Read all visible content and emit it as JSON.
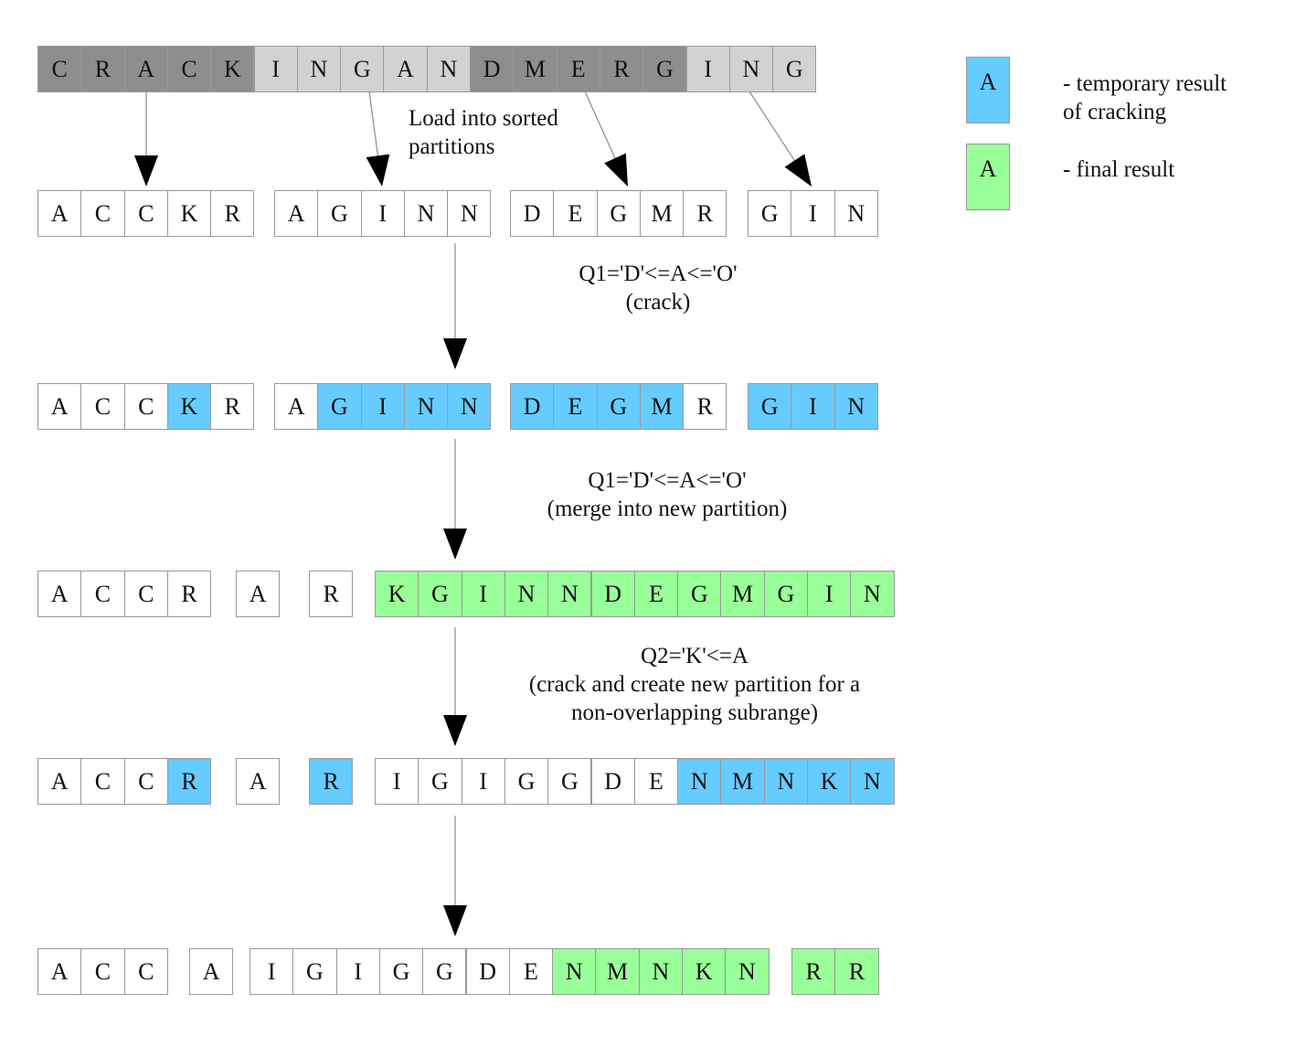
{
  "colors": {
    "dark_gray": "#8e8e8e",
    "light_gray": "#d2d2d2",
    "white": "#ffffff",
    "temporary_blue": "#66ccff",
    "final_green": "#99ff99"
  },
  "legend": {
    "temporary": {
      "box_label": "A",
      "text_line1": "- temporary result",
      "text_line2": "of cracking"
    },
    "final": {
      "box_label": "A",
      "text": "- final result"
    }
  },
  "labels": {
    "load": {
      "line1": "Load into sorted",
      "line2": "partitions"
    },
    "q1_crack": {
      "line1": "Q1='D'<=A<='O'",
      "line2": "(crack)"
    },
    "q1_merge": {
      "line1": "Q1='D'<=A<='O'",
      "line2": "(merge into new partition)"
    },
    "q2_crack": {
      "line1": "Q2='K'<=A",
      "line2": "(crack and create new partition for a",
      "line3": "non-overlapping subrange)"
    }
  },
  "rows": [
    {
      "name": "input-column",
      "groups": [
        {
          "cells": [
            {
              "t": "C",
              "c": "dark"
            },
            {
              "t": "R",
              "c": "dark"
            },
            {
              "t": "A",
              "c": "dark"
            },
            {
              "t": "C",
              "c": "dark"
            },
            {
              "t": "K",
              "c": "dark"
            },
            {
              "t": "I",
              "c": "light"
            },
            {
              "t": "N",
              "c": "light"
            },
            {
              "t": "G",
              "c": "light"
            },
            {
              "t": "A",
              "c": "light"
            },
            {
              "t": "N",
              "c": "light"
            },
            {
              "t": "D",
              "c": "dark"
            },
            {
              "t": "M",
              "c": "dark"
            },
            {
              "t": "E",
              "c": "dark"
            },
            {
              "t": "R",
              "c": "dark"
            },
            {
              "t": "G",
              "c": "dark"
            },
            {
              "t": "I",
              "c": "light"
            },
            {
              "t": "N",
              "c": "light"
            },
            {
              "t": "G",
              "c": "light"
            }
          ]
        }
      ]
    },
    {
      "name": "sorted-partitions",
      "groups": [
        {
          "cells": [
            {
              "t": "A",
              "c": "white"
            },
            {
              "t": "C",
              "c": "white"
            },
            {
              "t": "C",
              "c": "white"
            },
            {
              "t": "K",
              "c": "white"
            },
            {
              "t": "R",
              "c": "white"
            }
          ]
        },
        {
          "cells": [
            {
              "t": "A",
              "c": "white"
            },
            {
              "t": "G",
              "c": "white"
            },
            {
              "t": "I",
              "c": "white"
            },
            {
              "t": "N",
              "c": "white"
            },
            {
              "t": "N",
              "c": "white"
            }
          ]
        },
        {
          "cells": [
            {
              "t": "D",
              "c": "white"
            },
            {
              "t": "E",
              "c": "white"
            },
            {
              "t": "G",
              "c": "white"
            },
            {
              "t": "M",
              "c": "white"
            },
            {
              "t": "R",
              "c": "white"
            }
          ]
        },
        {
          "cells": [
            {
              "t": "G",
              "c": "white"
            },
            {
              "t": "I",
              "c": "white"
            },
            {
              "t": "N",
              "c": "white"
            }
          ]
        }
      ]
    },
    {
      "name": "after-crack-q1",
      "groups": [
        {
          "cells": [
            {
              "t": "A",
              "c": "white"
            },
            {
              "t": "C",
              "c": "white"
            },
            {
              "t": "C",
              "c": "white"
            },
            {
              "t": "K",
              "c": "blue"
            },
            {
              "t": "R",
              "c": "white"
            }
          ]
        },
        {
          "cells": [
            {
              "t": "A",
              "c": "white"
            },
            {
              "t": "G",
              "c": "blue"
            },
            {
              "t": "I",
              "c": "blue"
            },
            {
              "t": "N",
              "c": "blue"
            },
            {
              "t": "N",
              "c": "blue"
            }
          ]
        },
        {
          "cells": [
            {
              "t": "D",
              "c": "blue"
            },
            {
              "t": "E",
              "c": "blue"
            },
            {
              "t": "G",
              "c": "blue"
            },
            {
              "t": "M",
              "c": "blue"
            },
            {
              "t": "R",
              "c": "white"
            }
          ]
        },
        {
          "cells": [
            {
              "t": "G",
              "c": "blue"
            },
            {
              "t": "I",
              "c": "blue"
            },
            {
              "t": "N",
              "c": "blue"
            }
          ]
        }
      ]
    },
    {
      "name": "after-merge-q1",
      "groups": [
        {
          "cells": [
            {
              "t": "A",
              "c": "white"
            },
            {
              "t": "C",
              "c": "white"
            },
            {
              "t": "C",
              "c": "white"
            },
            {
              "t": "R",
              "c": "white"
            }
          ]
        },
        {
          "cells": [
            {
              "t": "A",
              "c": "white"
            }
          ]
        },
        {
          "cells": [
            {
              "t": "R",
              "c": "white"
            }
          ]
        },
        {
          "cells": [
            {
              "t": "K",
              "c": "green"
            },
            {
              "t": "G",
              "c": "green"
            },
            {
              "t": "I",
              "c": "green"
            },
            {
              "t": "N",
              "c": "green"
            },
            {
              "t": "N",
              "c": "green"
            },
            {
              "t": "D",
              "c": "green"
            },
            {
              "t": "E",
              "c": "green"
            },
            {
              "t": "G",
              "c": "green"
            },
            {
              "t": "M",
              "c": "green"
            },
            {
              "t": "G",
              "c": "green"
            },
            {
              "t": "I",
              "c": "green"
            },
            {
              "t": "N",
              "c": "green"
            }
          ]
        }
      ]
    },
    {
      "name": "after-crack-q2",
      "groups": [
        {
          "cells": [
            {
              "t": "A",
              "c": "white"
            },
            {
              "t": "C",
              "c": "white"
            },
            {
              "t": "C",
              "c": "white"
            },
            {
              "t": "R",
              "c": "blue"
            }
          ]
        },
        {
          "cells": [
            {
              "t": "A",
              "c": "white"
            }
          ]
        },
        {
          "cells": [
            {
              "t": "R",
              "c": "blue"
            }
          ]
        },
        {
          "cells": [
            {
              "t": "I",
              "c": "white"
            },
            {
              "t": "G",
              "c": "white"
            },
            {
              "t": "I",
              "c": "white"
            },
            {
              "t": "G",
              "c": "white"
            },
            {
              "t": "G",
              "c": "white"
            },
            {
              "t": "D",
              "c": "white"
            },
            {
              "t": "E",
              "c": "white"
            },
            {
              "t": "N",
              "c": "blue"
            },
            {
              "t": "M",
              "c": "blue"
            },
            {
              "t": "N",
              "c": "blue"
            },
            {
              "t": "K",
              "c": "blue"
            },
            {
              "t": "N",
              "c": "blue"
            }
          ]
        }
      ]
    },
    {
      "name": "final-partitions",
      "groups": [
        {
          "cells": [
            {
              "t": "A",
              "c": "white"
            },
            {
              "t": "C",
              "c": "white"
            },
            {
              "t": "C",
              "c": "white"
            }
          ]
        },
        {
          "cells": [
            {
              "t": "A",
              "c": "white"
            }
          ]
        },
        {
          "cells": [
            {
              "t": "I",
              "c": "white"
            },
            {
              "t": "G",
              "c": "white"
            },
            {
              "t": "I",
              "c": "white"
            },
            {
              "t": "G",
              "c": "white"
            },
            {
              "t": "G",
              "c": "white"
            },
            {
              "t": "D",
              "c": "white"
            },
            {
              "t": "E",
              "c": "white"
            },
            {
              "t": "N",
              "c": "green"
            },
            {
              "t": "M",
              "c": "green"
            },
            {
              "t": "N",
              "c": "green"
            },
            {
              "t": "K",
              "c": "green"
            },
            {
              "t": "N",
              "c": "green"
            }
          ]
        },
        {
          "cells": [
            {
              "t": "R",
              "c": "green"
            },
            {
              "t": "R",
              "c": "green"
            }
          ]
        }
      ]
    }
  ]
}
